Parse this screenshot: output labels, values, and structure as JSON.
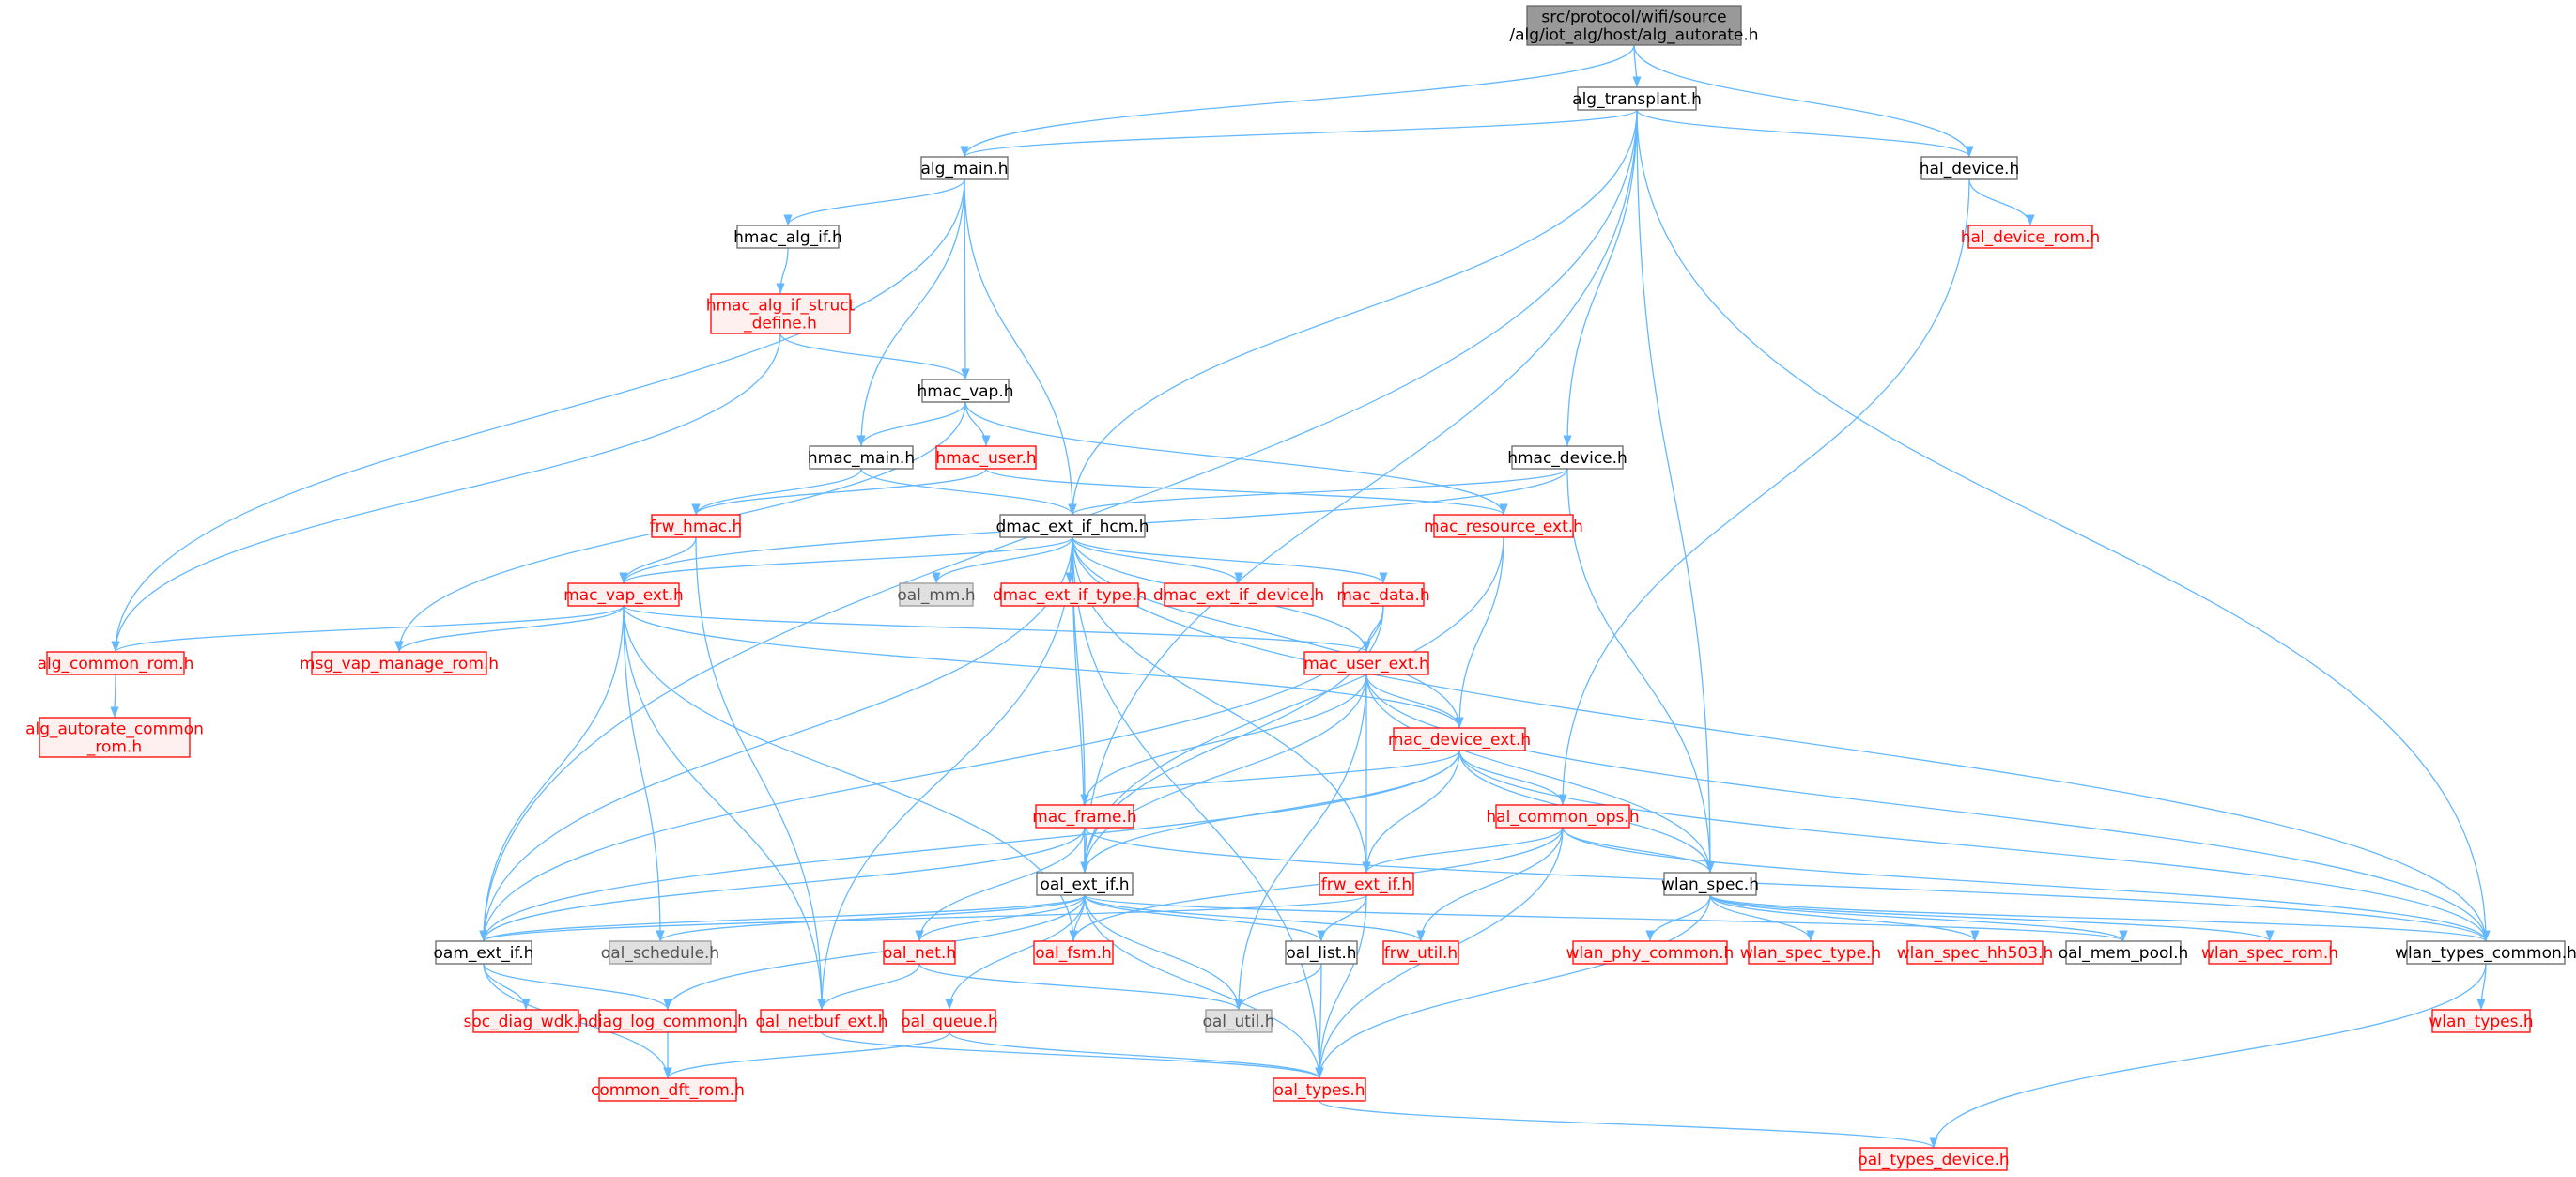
{
  "diagram": {
    "root": "src/protocol/wifi/source/alg/iot_alg/host/alg_autorate.h",
    "node_styles": {
      "root": {
        "fill": "#999999",
        "stroke": "#666666",
        "text": "#000000"
      },
      "normal": {
        "fill": "#ffffff",
        "stroke": "#666666",
        "text": "#000000"
      },
      "red": {
        "fill": "#fff0f0",
        "stroke": "#ff0000",
        "text": "#ff0000"
      },
      "gray": {
        "fill": "#e0e0e0",
        "stroke": "#999999",
        "text": "#555555"
      },
      "edge": "#63b8ff"
    },
    "nodes": [
      {
        "id": "root",
        "lines": [
          "src/protocol/wifi/source",
          "/alg/iot_alg/host/alg_autorate.h"
        ],
        "style": "root"
      },
      {
        "id": "alg_transplant",
        "lines": [
          "alg_transplant.h"
        ],
        "style": "normal"
      },
      {
        "id": "alg_main",
        "lines": [
          "alg_main.h"
        ],
        "style": "normal"
      },
      {
        "id": "hal_device",
        "lines": [
          "hal_device.h"
        ],
        "style": "normal"
      },
      {
        "id": "hal_device_rom",
        "lines": [
          "hal_device_rom.h"
        ],
        "style": "red"
      },
      {
        "id": "hmac_alg_if",
        "lines": [
          "hmac_alg_if.h"
        ],
        "style": "normal"
      },
      {
        "id": "hmac_alg_if_struct",
        "lines": [
          "hmac_alg_if_struct",
          "_define.h"
        ],
        "style": "red"
      },
      {
        "id": "hmac_vap",
        "lines": [
          "hmac_vap.h"
        ],
        "style": "normal"
      },
      {
        "id": "hmac_main",
        "lines": [
          "hmac_main.h"
        ],
        "style": "normal"
      },
      {
        "id": "hmac_user",
        "lines": [
          "hmac_user.h"
        ],
        "style": "red"
      },
      {
        "id": "hmac_device",
        "lines": [
          "hmac_device.h"
        ],
        "style": "normal"
      },
      {
        "id": "frw_hmac",
        "lines": [
          "frw_hmac.h"
        ],
        "style": "red"
      },
      {
        "id": "dmac_ext_if_hcm",
        "lines": [
          "dmac_ext_if_hcm.h"
        ],
        "style": "normal"
      },
      {
        "id": "mac_resource_ext",
        "lines": [
          "mac_resource_ext.h"
        ],
        "style": "red"
      },
      {
        "id": "mac_vap_ext",
        "lines": [
          "mac_vap_ext.h"
        ],
        "style": "red"
      },
      {
        "id": "oal_mm",
        "lines": [
          "oal_mm.h"
        ],
        "style": "gray"
      },
      {
        "id": "dmac_ext_if_type",
        "lines": [
          "dmac_ext_if_type.h"
        ],
        "style": "red"
      },
      {
        "id": "dmac_ext_if_device",
        "lines": [
          "dmac_ext_if_device.h"
        ],
        "style": "red"
      },
      {
        "id": "mac_data",
        "lines": [
          "mac_data.h"
        ],
        "style": "red"
      },
      {
        "id": "alg_common_rom",
        "lines": [
          "alg_common_rom.h"
        ],
        "style": "red"
      },
      {
        "id": "msg_vap_manage_rom",
        "lines": [
          "msg_vap_manage_rom.h"
        ],
        "style": "red"
      },
      {
        "id": "mac_user_ext",
        "lines": [
          "mac_user_ext.h"
        ],
        "style": "red"
      },
      {
        "id": "alg_autorate_common_rom",
        "lines": [
          "alg_autorate_common",
          "_rom.h"
        ],
        "style": "red"
      },
      {
        "id": "mac_device_ext",
        "lines": [
          "mac_device_ext.h"
        ],
        "style": "red"
      },
      {
        "id": "mac_frame",
        "lines": [
          "mac_frame.h"
        ],
        "style": "red"
      },
      {
        "id": "hal_common_ops",
        "lines": [
          "hal_common_ops.h"
        ],
        "style": "red"
      },
      {
        "id": "oal_ext_if",
        "lines": [
          "oal_ext_if.h"
        ],
        "style": "normal"
      },
      {
        "id": "frw_ext_if",
        "lines": [
          "frw_ext_if.h"
        ],
        "style": "red"
      },
      {
        "id": "wlan_spec",
        "lines": [
          "wlan_spec.h"
        ],
        "style": "normal"
      },
      {
        "id": "oam_ext_if",
        "lines": [
          "oam_ext_if.h"
        ],
        "style": "normal"
      },
      {
        "id": "oal_schedule",
        "lines": [
          "oal_schedule.h"
        ],
        "style": "gray"
      },
      {
        "id": "oal_net",
        "lines": [
          "oal_net.h"
        ],
        "style": "red"
      },
      {
        "id": "oal_fsm",
        "lines": [
          "oal_fsm.h"
        ],
        "style": "red"
      },
      {
        "id": "oal_list",
        "lines": [
          "oal_list.h"
        ],
        "style": "normal"
      },
      {
        "id": "frw_util",
        "lines": [
          "frw_util.h"
        ],
        "style": "red"
      },
      {
        "id": "wlan_phy_common",
        "lines": [
          "wlan_phy_common.h"
        ],
        "style": "red"
      },
      {
        "id": "wlan_spec_type",
        "lines": [
          "wlan_spec_type.h"
        ],
        "style": "red"
      },
      {
        "id": "wlan_spec_hh503",
        "lines": [
          "wlan_spec_hh503.h"
        ],
        "style": "red"
      },
      {
        "id": "oal_mem_pool",
        "lines": [
          "oal_mem_pool.h"
        ],
        "style": "normal"
      },
      {
        "id": "wlan_spec_rom",
        "lines": [
          "wlan_spec_rom.h"
        ],
        "style": "red"
      },
      {
        "id": "wlan_types_common",
        "lines": [
          "wlan_types_common.h"
        ],
        "style": "normal"
      },
      {
        "id": "soc_diag_wdk",
        "lines": [
          "soc_diag_wdk.h"
        ],
        "style": "red"
      },
      {
        "id": "diag_log_common",
        "lines": [
          "diag_log_common.h"
        ],
        "style": "red"
      },
      {
        "id": "oal_netbuf_ext",
        "lines": [
          "oal_netbuf_ext.h"
        ],
        "style": "red"
      },
      {
        "id": "oal_queue",
        "lines": [
          "oal_queue.h"
        ],
        "style": "red"
      },
      {
        "id": "oal_util",
        "lines": [
          "oal_util.h"
        ],
        "style": "gray"
      },
      {
        "id": "wlan_types",
        "lines": [
          "wlan_types.h"
        ],
        "style": "red"
      },
      {
        "id": "common_dft_rom",
        "lines": [
          "common_dft_rom.h"
        ],
        "style": "red"
      },
      {
        "id": "oal_types",
        "lines": [
          "oal_types.h"
        ],
        "style": "red"
      },
      {
        "id": "oal_types_device",
        "lines": [
          "oal_types_device.h"
        ],
        "style": "red"
      }
    ],
    "edges": [
      [
        "root",
        "alg_transplant"
      ],
      [
        "root",
        "alg_main"
      ],
      [
        "root",
        "hal_device"
      ],
      [
        "alg_transplant",
        "alg_main"
      ],
      [
        "alg_transplant",
        "hal_device"
      ],
      [
        "alg_transplant",
        "dmac_ext_if_hcm"
      ],
      [
        "alg_transplant",
        "hmac_device"
      ],
      [
        "alg_transplant",
        "oal_ext_if"
      ],
      [
        "alg_transplant",
        "wlan_spec"
      ],
      [
        "alg_transplant",
        "wlan_types_common"
      ],
      [
        "alg_transplant",
        "oam_ext_if"
      ],
      [
        "alg_main",
        "hmac_alg_if"
      ],
      [
        "alg_main",
        "hmac_vap"
      ],
      [
        "alg_main",
        "hmac_main"
      ],
      [
        "alg_main",
        "dmac_ext_if_hcm"
      ],
      [
        "alg_main",
        "alg_common_rom"
      ],
      [
        "hal_device",
        "hal_device_rom"
      ],
      [
        "hal_device",
        "hal_common_ops"
      ],
      [
        "hmac_alg_if",
        "hmac_alg_if_struct"
      ],
      [
        "hmac_alg_if_struct",
        "hmac_vap"
      ],
      [
        "hmac_alg_if_struct",
        "alg_common_rom"
      ],
      [
        "hmac_vap",
        "hmac_main"
      ],
      [
        "hmac_vap",
        "hmac_user"
      ],
      [
        "hmac_vap",
        "mac_resource_ext"
      ],
      [
        "hmac_vap",
        "msg_vap_manage_rom"
      ],
      [
        "hmac_main",
        "frw_hmac"
      ],
      [
        "hmac_main",
        "dmac_ext_if_hcm"
      ],
      [
        "hmac_user",
        "frw_hmac"
      ],
      [
        "hmac_user",
        "mac_resource_ext"
      ],
      [
        "hmac_device",
        "dmac_ext_if_hcm"
      ],
      [
        "hmac_device",
        "mac_vap_ext"
      ],
      [
        "hmac_device",
        "wlan_spec"
      ],
      [
        "frw_hmac",
        "mac_vap_ext"
      ],
      [
        "frw_hmac",
        "oal_netbuf_ext"
      ],
      [
        "dmac_ext_if_hcm",
        "mac_vap_ext"
      ],
      [
        "dmac_ext_if_hcm",
        "oal_mm"
      ],
      [
        "dmac_ext_if_hcm",
        "dmac_ext_if_type"
      ],
      [
        "dmac_ext_if_hcm",
        "dmac_ext_if_device"
      ],
      [
        "dmac_ext_if_hcm",
        "mac_data"
      ],
      [
        "dmac_ext_if_hcm",
        "mac_user_ext"
      ],
      [
        "dmac_ext_if_hcm",
        "mac_device_ext"
      ],
      [
        "dmac_ext_if_hcm",
        "mac_frame"
      ],
      [
        "dmac_ext_if_hcm",
        "oal_ext_if"
      ],
      [
        "dmac_ext_if_hcm",
        "frw_ext_if"
      ],
      [
        "dmac_ext_if_hcm",
        "wlan_types_common"
      ],
      [
        "dmac_ext_if_hcm",
        "oam_ext_if"
      ],
      [
        "dmac_ext_if_hcm",
        "oal_netbuf_ext"
      ],
      [
        "dmac_ext_if_hcm",
        "oal_types"
      ],
      [
        "mac_resource_ext",
        "mac_device_ext"
      ],
      [
        "mac_resource_ext",
        "oal_ext_if"
      ],
      [
        "mac_vap_ext",
        "alg_common_rom"
      ],
      [
        "mac_vap_ext",
        "msg_vap_manage_rom"
      ],
      [
        "mac_vap_ext",
        "mac_user_ext"
      ],
      [
        "mac_vap_ext",
        "mac_device_ext"
      ],
      [
        "mac_vap_ext",
        "oam_ext_if"
      ],
      [
        "mac_vap_ext",
        "oal_schedule"
      ],
      [
        "mac_vap_ext",
        "oal_netbuf_ext"
      ],
      [
        "mac_vap_ext",
        "oal_fsm"
      ],
      [
        "mac_data",
        "mac_user_ext"
      ],
      [
        "mac_data",
        "oal_ext_if"
      ],
      [
        "mac_data",
        "oam_ext_if"
      ],
      [
        "alg_common_rom",
        "alg_autorate_common_rom"
      ],
      [
        "mac_user_ext",
        "mac_device_ext"
      ],
      [
        "mac_user_ext",
        "mac_frame"
      ],
      [
        "mac_user_ext",
        "oal_ext_if"
      ],
      [
        "mac_user_ext",
        "frw_ext_if"
      ],
      [
        "mac_user_ext",
        "wlan_spec"
      ],
      [
        "mac_user_ext",
        "oal_util"
      ],
      [
        "mac_user_ext",
        "wlan_types_common"
      ],
      [
        "mac_device_ext",
        "mac_frame"
      ],
      [
        "mac_device_ext",
        "hal_common_ops"
      ],
      [
        "mac_device_ext",
        "oal_ext_if"
      ],
      [
        "mac_device_ext",
        "frw_ext_if"
      ],
      [
        "mac_device_ext",
        "wlan_spec"
      ],
      [
        "mac_device_ext",
        "wlan_types_common"
      ],
      [
        "mac_device_ext",
        "oam_ext_if"
      ],
      [
        "mac_frame",
        "oal_ext_if"
      ],
      [
        "mac_frame",
        "oam_ext_if"
      ],
      [
        "mac_frame",
        "wlan_types_common"
      ],
      [
        "mac_frame",
        "oal_net"
      ],
      [
        "hal_common_ops",
        "frw_ext_if"
      ],
      [
        "hal_common_ops",
        "wlan_spec"
      ],
      [
        "hal_common_ops",
        "oal_fsm"
      ],
      [
        "hal_common_ops",
        "frw_util"
      ],
      [
        "hal_common_ops",
        "oal_types"
      ],
      [
        "hal_common_ops",
        "wlan_types_common"
      ],
      [
        "oal_ext_if",
        "oam_ext_if"
      ],
      [
        "oal_ext_if",
        "oal_schedule"
      ],
      [
        "oal_ext_if",
        "oal_net"
      ],
      [
        "oal_ext_if",
        "oal_fsm"
      ],
      [
        "oal_ext_if",
        "oal_list"
      ],
      [
        "oal_ext_if",
        "frw_util"
      ],
      [
        "oal_ext_if",
        "oal_queue"
      ],
      [
        "oal_ext_if",
        "oal_util"
      ],
      [
        "oal_ext_if",
        "oal_types"
      ],
      [
        "oal_ext_if",
        "diag_log_common"
      ],
      [
        "oal_ext_if",
        "oal_mem_pool"
      ],
      [
        "frw_ext_if",
        "oal_list"
      ],
      [
        "frw_ext_if",
        "oam_ext_if"
      ],
      [
        "frw_ext_if",
        "oal_types"
      ],
      [
        "wlan_spec",
        "wlan_phy_common"
      ],
      [
        "wlan_spec",
        "wlan_spec_type"
      ],
      [
        "wlan_spec",
        "wlan_spec_hh503"
      ],
      [
        "wlan_spec",
        "oal_mem_pool"
      ],
      [
        "wlan_spec",
        "wlan_spec_rom"
      ],
      [
        "wlan_spec",
        "wlan_types_common"
      ],
      [
        "wlan_spec",
        "oal_types"
      ],
      [
        "oam_ext_if",
        "soc_diag_wdk"
      ],
      [
        "oam_ext_if",
        "diag_log_common"
      ],
      [
        "oam_ext_if",
        "common_dft_rom"
      ],
      [
        "oal_net",
        "oal_netbuf_ext"
      ],
      [
        "oal_net",
        "oal_util"
      ],
      [
        "oal_list",
        "oal_util"
      ],
      [
        "oal_list",
        "oal_types"
      ],
      [
        "diag_log_common",
        "common_dft_rom"
      ],
      [
        "oal_netbuf_ext",
        "oal_types"
      ],
      [
        "oal_queue",
        "oal_types"
      ],
      [
        "oal_queue",
        "common_dft_rom"
      ],
      [
        "wlan_types_common",
        "wlan_types"
      ],
      [
        "wlan_types_common",
        "oal_types_device"
      ],
      [
        "oal_types",
        "oal_types_device"
      ]
    ]
  }
}
